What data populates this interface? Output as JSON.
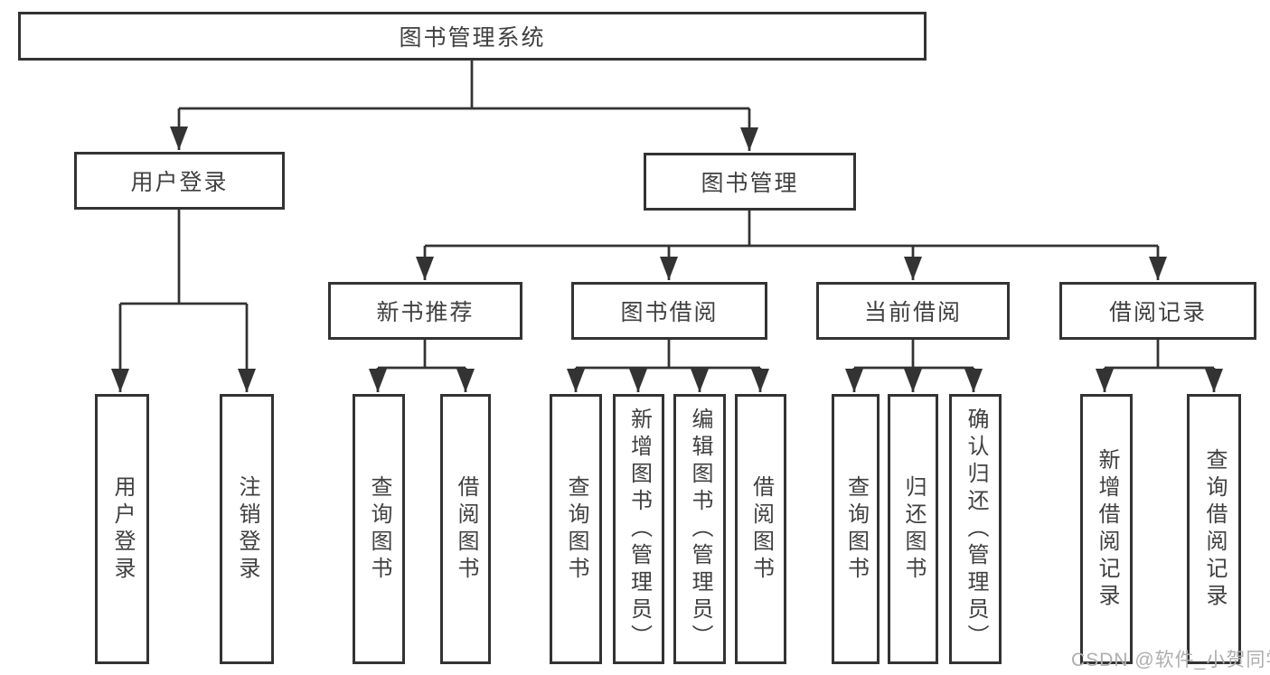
{
  "diagram": {
    "root": {
      "label": "图书管理系统"
    },
    "branches": [
      {
        "label": "用户登录",
        "children": [
          {
            "label": "用户登录"
          },
          {
            "label": "注销登录"
          }
        ]
      },
      {
        "label": "图书管理",
        "children": [
          {
            "label": "新书推荐",
            "children": [
              {
                "label": "查询图书"
              },
              {
                "label": "借阅图书"
              }
            ]
          },
          {
            "label": "图书借阅",
            "children": [
              {
                "label": "查询图书"
              },
              {
                "label": "新增图书（管理员）"
              },
              {
                "label": "编辑图书（管理员）"
              },
              {
                "label": "借阅图书"
              }
            ]
          },
          {
            "label": "当前借阅",
            "children": [
              {
                "label": "查询图书"
              },
              {
                "label": "归还图书"
              },
              {
                "label": "确认归还（管理员）"
              }
            ]
          },
          {
            "label": "借阅记录",
            "children": [
              {
                "label": "新增借阅记录"
              },
              {
                "label": "查询借阅记录"
              }
            ]
          }
        ]
      }
    ],
    "watermark": "CSDN @软件_小贺同学",
    "colors": {
      "line": "#333333",
      "text": "#404040",
      "watermark": "#aeaeae",
      "background": "#ffffff"
    }
  }
}
